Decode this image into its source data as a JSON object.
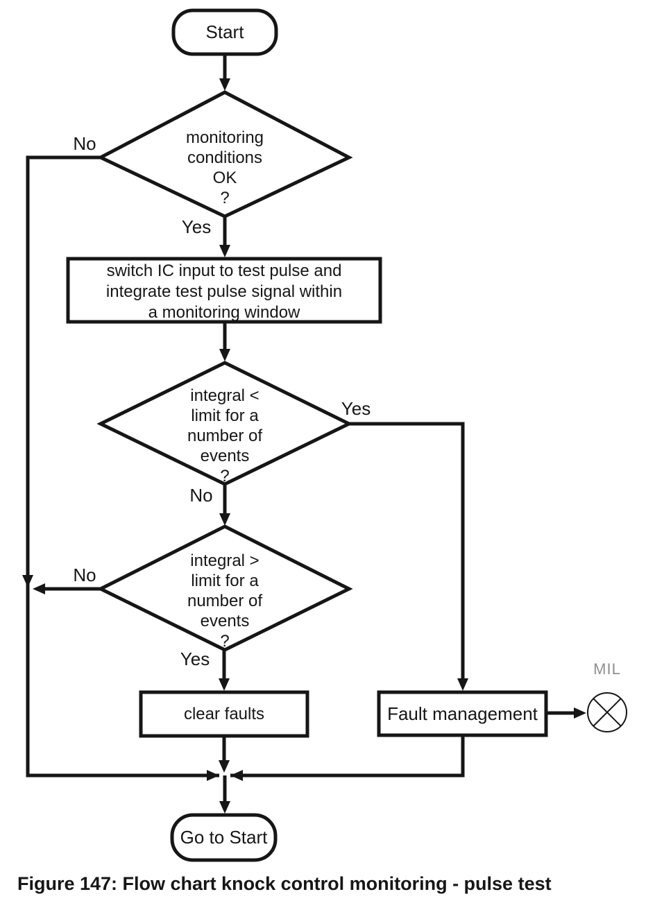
{
  "figure_caption": "Figure 147: Flow chart knock control monitoring - pulse test",
  "nodes": {
    "start": "Start",
    "decision_monitoring": "monitoring\nconditions\nOK\n?",
    "process_switch": "switch IC input to test pulse and\nintegrate test pulse signal within\na monitoring window",
    "decision_integral_low": "integral <\nlimit for a\nnumber of\nevents\n?",
    "decision_integral_high": "integral >\nlimit for a\nnumber of\nevents\n?",
    "clear_faults": "clear faults",
    "fault_management": "Fault management",
    "goto_start": "Go to Start",
    "mil": "MIL"
  },
  "edge_labels": {
    "monitoring_no": "No",
    "monitoring_yes": "Yes",
    "integral_low_yes": "Yes",
    "integral_low_no": "No",
    "integral_high_no": "No",
    "integral_high_yes": "Yes"
  },
  "colors": {
    "line": "#161616",
    "text": "#161616",
    "mil_label": "#8f8f8f",
    "background": "#ffffff"
  }
}
